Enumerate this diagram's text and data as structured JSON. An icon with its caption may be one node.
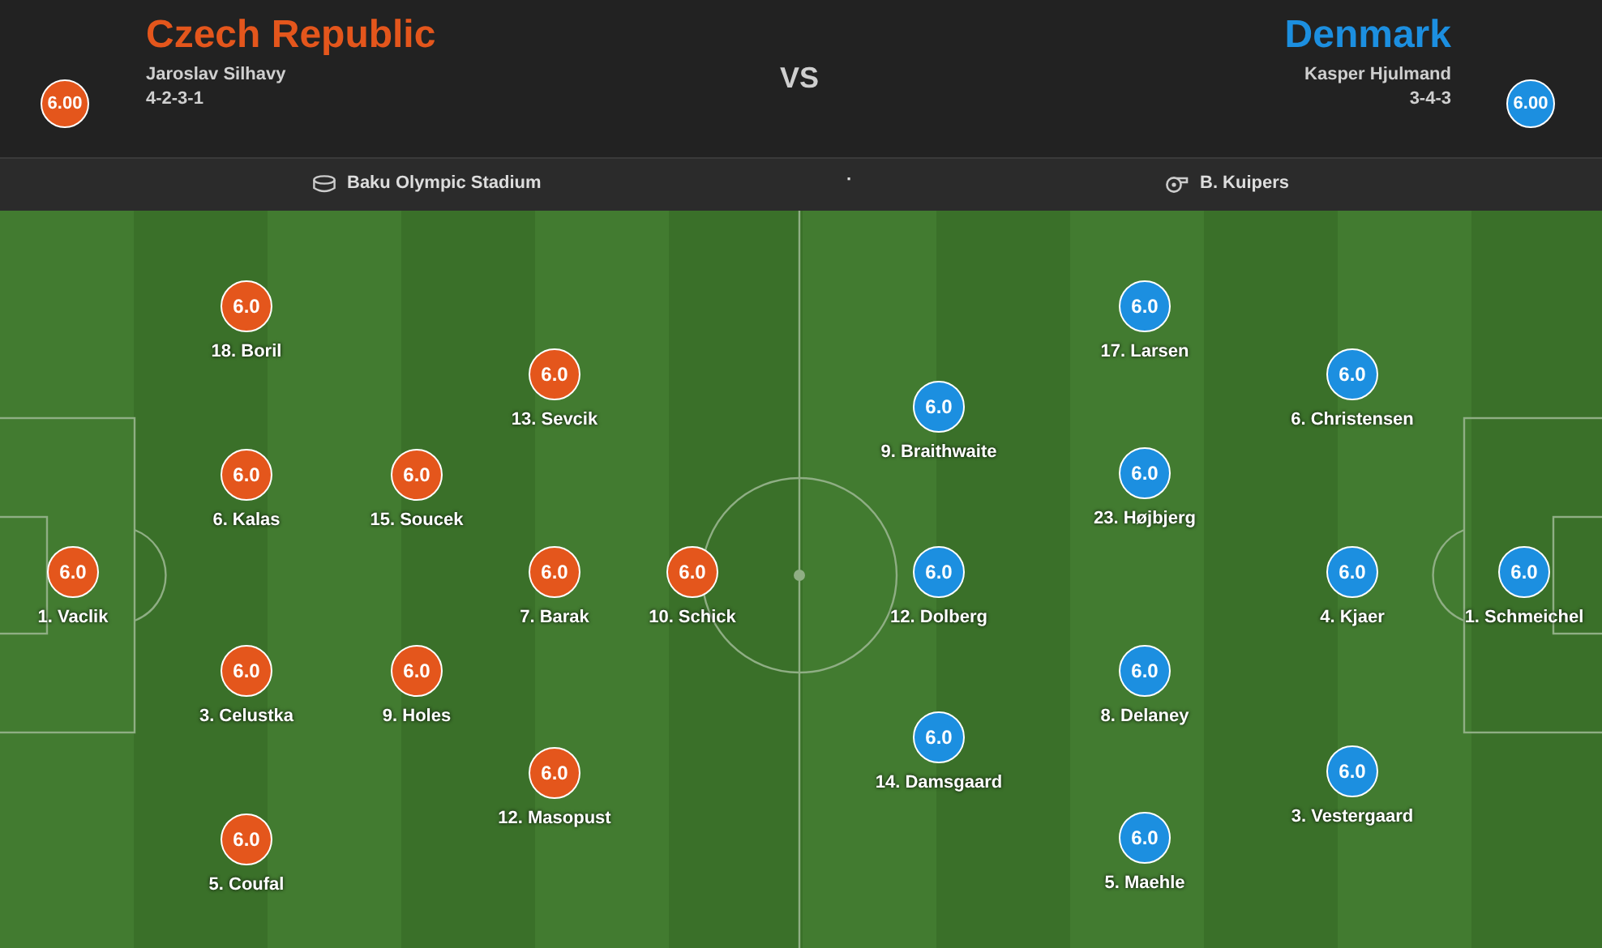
{
  "diagram": {
    "nodes": [
      {
        "text": [
          "6.00"
        ]
      },
      {
        "text": [
          "6.00"
        ]
      },
      {
        "text": [
          "6.0",
          "18. Boril"
        ]
      },
      {
        "text": [
          "6.0",
          "13. Sevcik"
        ]
      },
      {
        "text": [
          "6.0",
          "6. Kalas"
        ]
      },
      {
        "text": [
          "6.0",
          "15. Soucek"
        ]
      },
      {
        "text": [
          "6.0",
          "1. Vaclik"
        ]
      },
      {
        "text": [
          "6.0",
          "7. Barak"
        ]
      },
      {
        "text": [
          "6.0",
          "10. Schick"
        ]
      },
      {
        "text": [
          "6.0",
          "3. Celustka"
        ]
      },
      {
        "text": [
          "6.0",
          "9. Holes"
        ]
      },
      {
        "text": [
          "6.0",
          "12. Masopust"
        ]
      },
      {
        "text": [
          "6.0",
          "5. Coufal"
        ]
      },
      {
        "text": [
          "6.0",
          "17. Larsen"
        ]
      },
      {
        "text": [
          "6.0",
          "6. Christensen"
        ]
      },
      {
        "text": [
          "6.0",
          "9. Braithwaite"
        ]
      },
      {
        "text": [
          "6.0",
          "23. Højbjerg"
        ]
      },
      {
        "text": [
          "6.0",
          "12. Dolberg"
        ]
      },
      {
        "text": [
          "6.0",
          "4. Kjaer"
        ]
      },
      {
        "text": [
          "6.0",
          "1. Schmeichel"
        ]
      },
      {
        "text": [
          "6.0",
          "8. Delaney"
        ]
      },
      {
        "text": [
          "6.0",
          "14. Damsgaard"
        ]
      },
      {
        "text": [
          "6.0",
          "3. Vestergaard"
        ]
      },
      {
        "text": [
          "6.0",
          "5. Maehle"
        ]
      }
    ],
    "labels": [
      "Czech Republic",
      "Jaroslav Silhavy",
      "4-2-3-1",
      "VS",
      "Denmark",
      "Kasper Hjulmand",
      "3-4-3",
      "Baku Olympic Stadium",
      "·",
      "B. Kuipers"
    ]
  }
}
